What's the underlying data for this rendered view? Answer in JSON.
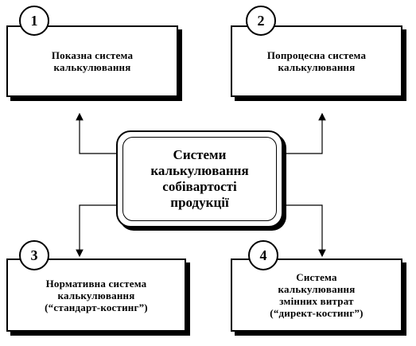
{
  "center": {
    "lines": [
      "Системи",
      "калькулювання",
      "собівартості",
      "продукції"
    ]
  },
  "boxes": [
    {
      "number": "1",
      "lines": [
        "Показна система",
        "калькулювання"
      ]
    },
    {
      "number": "2",
      "lines": [
        "Попроцесна система",
        "калькулювання"
      ]
    },
    {
      "number": "3",
      "lines": [
        "Нормативна система",
        "калькулювання",
        "(“стандарт-костинг”)"
      ]
    },
    {
      "number": "4",
      "lines": [
        "Система",
        "калькулювання",
        "змінних витрат",
        "(“директ-костинг”)"
      ]
    }
  ]
}
